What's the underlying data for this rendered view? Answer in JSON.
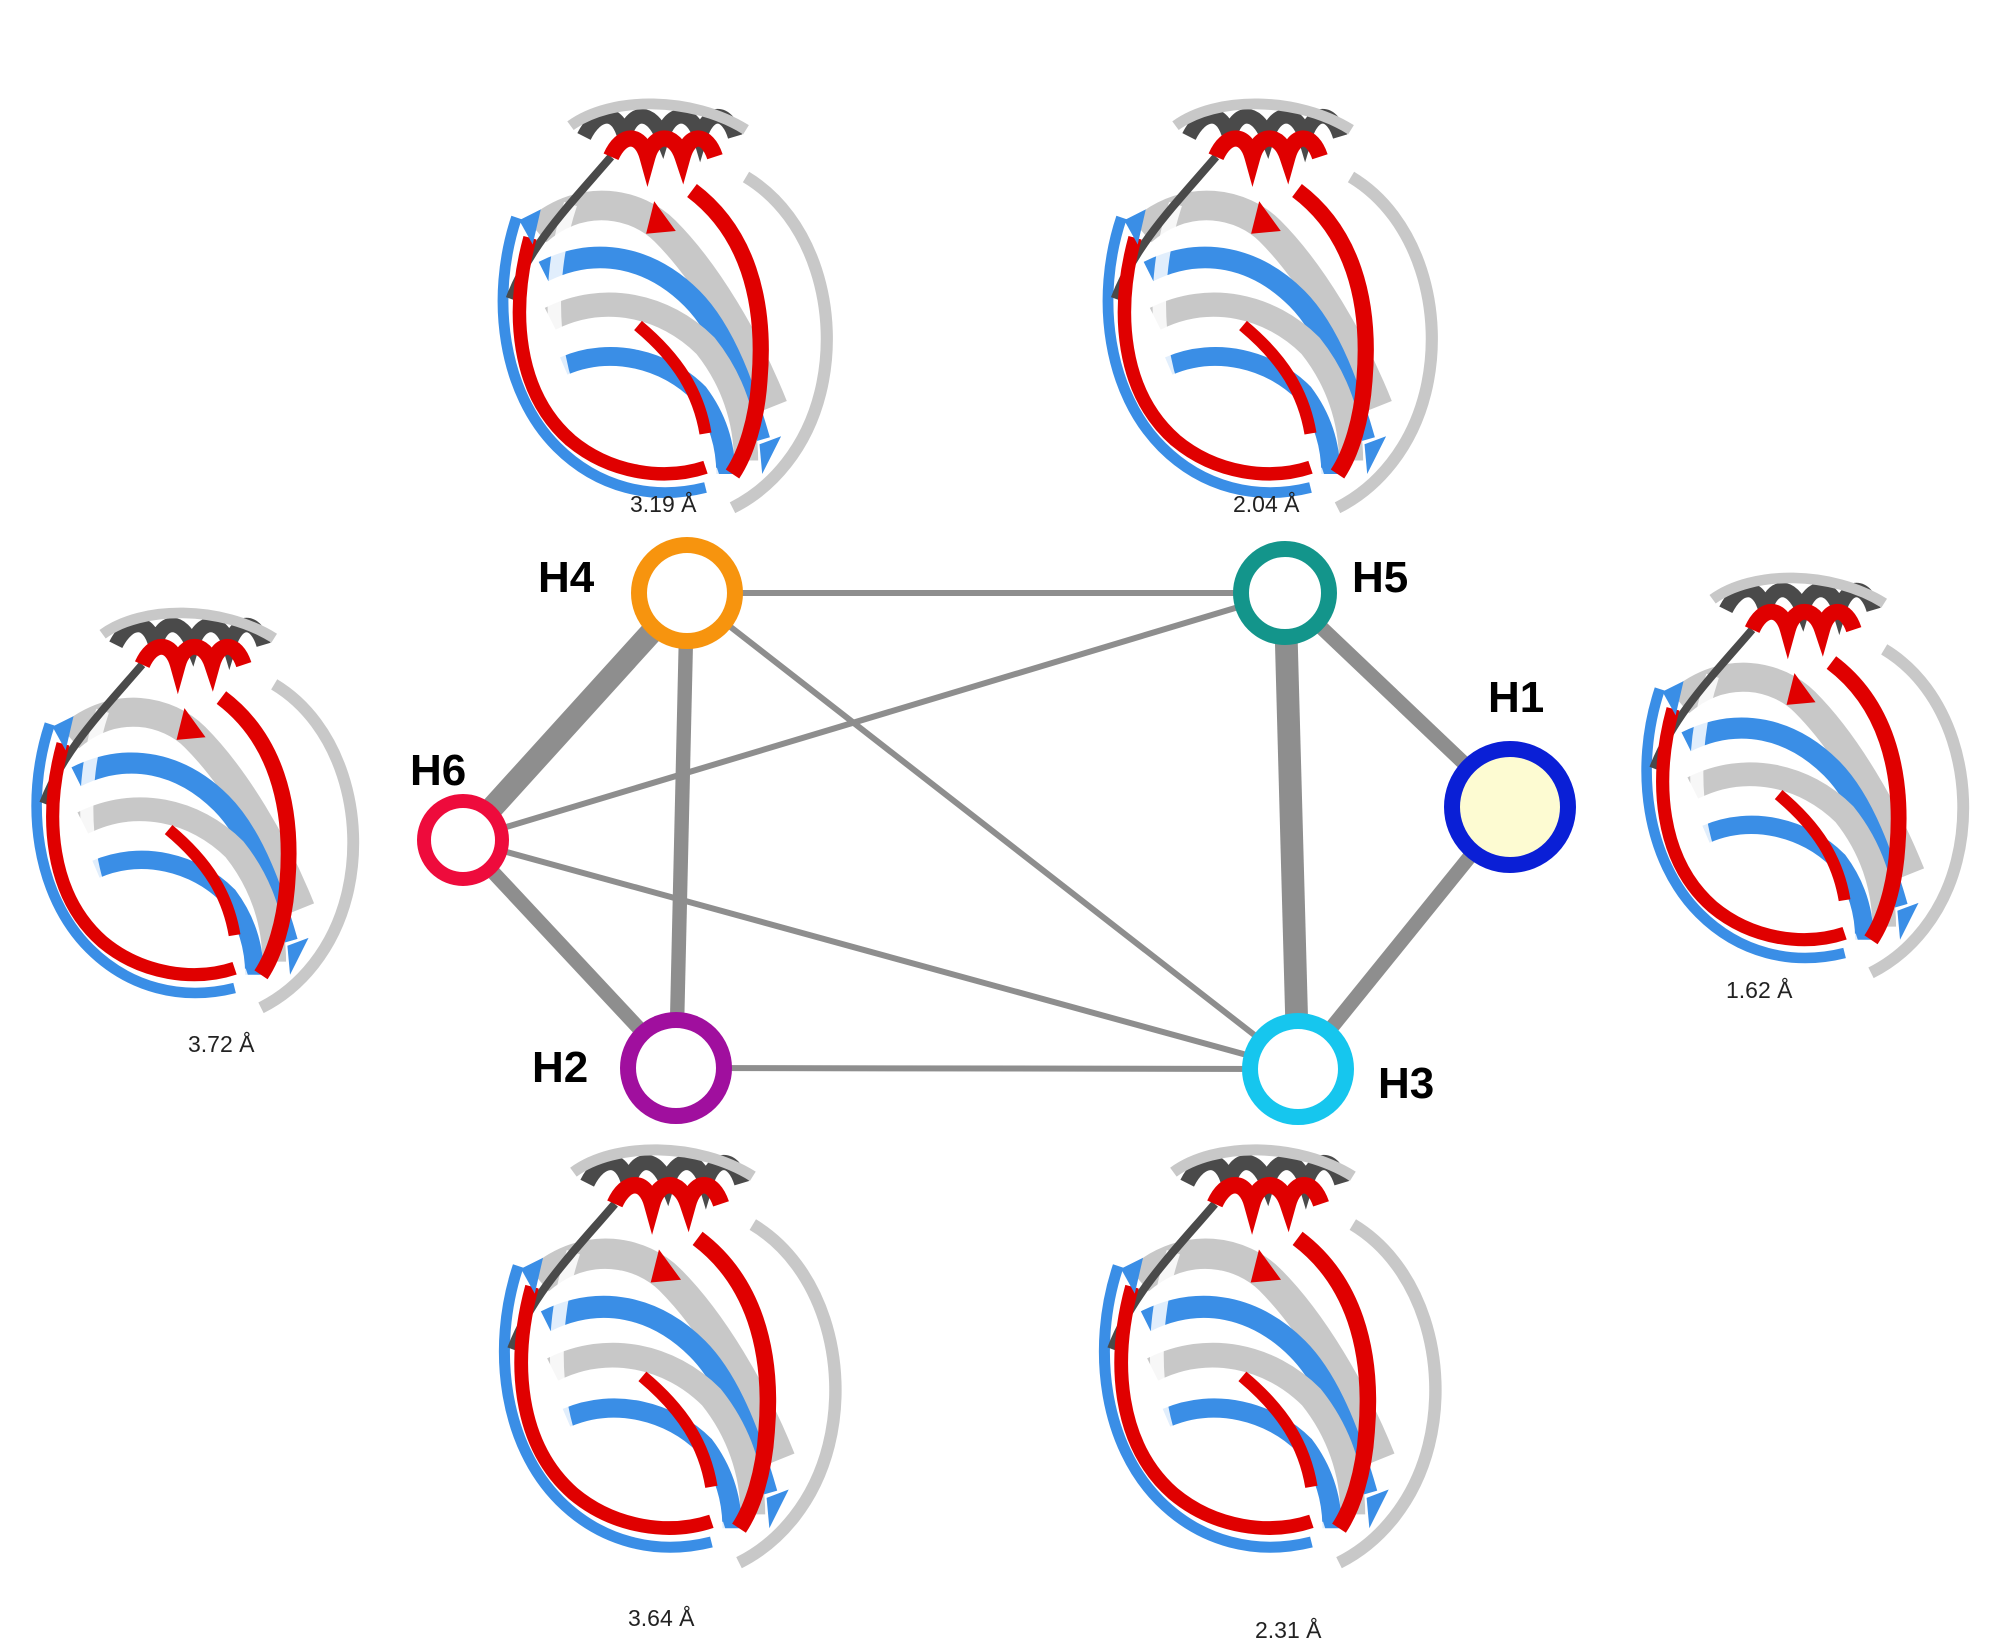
{
  "nodes": [
    {
      "id": "H1",
      "label": "H1",
      "rmsd": "1.62 Å",
      "ring_color": "#0a1fd6",
      "fill_color": "#fdfbd2"
    },
    {
      "id": "H2",
      "label": "H2",
      "rmsd": "3.64 Å",
      "ring_color": "#a00f9e",
      "fill_color": "#ffffff"
    },
    {
      "id": "H3",
      "label": "H3",
      "rmsd": "2.31 Å",
      "ring_color": "#16c6ee",
      "fill_color": "#ffffff"
    },
    {
      "id": "H4",
      "label": "H4",
      "rmsd": "3.19 Å",
      "ring_color": "#f7940e",
      "fill_color": "#ffffff"
    },
    {
      "id": "H5",
      "label": "H5",
      "rmsd": "2.04 Å",
      "ring_color": "#13958b",
      "fill_color": "#ffffff"
    },
    {
      "id": "H6",
      "label": "H6",
      "rmsd": "3.72 Å",
      "ring_color": "#ee0b3c",
      "fill_color": "#ffffff"
    }
  ],
  "edges": [
    {
      "source": "H4",
      "target": "H5",
      "weight": 1
    },
    {
      "source": "H4",
      "target": "H6",
      "weight": 5
    },
    {
      "source": "H4",
      "target": "H2",
      "weight": 3
    },
    {
      "source": "H4",
      "target": "H3",
      "weight": 1
    },
    {
      "source": "H6",
      "target": "H5",
      "weight": 1
    },
    {
      "source": "H6",
      "target": "H2",
      "weight": 3
    },
    {
      "source": "H6",
      "target": "H3",
      "weight": 1
    },
    {
      "source": "H2",
      "target": "H3",
      "weight": 1
    },
    {
      "source": "H5",
      "target": "H3",
      "weight": 5
    },
    {
      "source": "H5",
      "target": "H1",
      "weight": 3
    },
    {
      "source": "H3",
      "target": "H1",
      "weight": 3
    }
  ],
  "colors": {
    "edge": "#8e8e8e",
    "structure_red": "#e00000",
    "structure_blue": "#3a8ee6",
    "structure_grey": "#c8c8c8",
    "structure_dark": "#4a4a4a"
  }
}
